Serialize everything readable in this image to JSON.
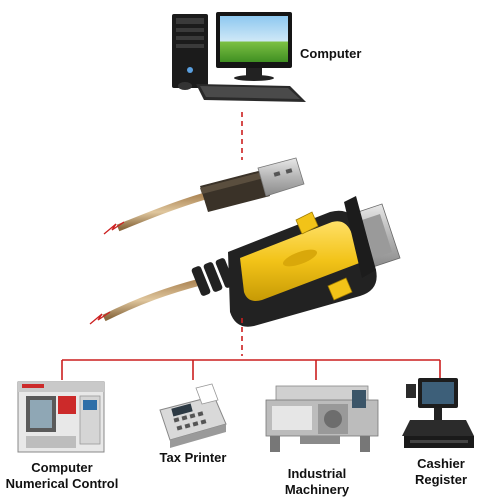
{
  "connector_color": "#cc1f1f",
  "accent_color": "#f2c318",
  "top_device": {
    "label": "Computer",
    "icon": "desktop-computer-icon"
  },
  "adapter": {
    "icon": "usb-to-serial-adapter-icon"
  },
  "devices": [
    {
      "label_lines": [
        "Computer",
        "Numerical Control"
      ],
      "icon": "cnc-machine-icon"
    },
    {
      "label_lines": [
        "Tax Printer"
      ],
      "icon": "tax-printer-icon"
    },
    {
      "label_lines": [
        "Industrial",
        "Machinery"
      ],
      "icon": "industrial-machinery-icon"
    },
    {
      "label_lines": [
        "Cashier",
        "Register"
      ],
      "icon": "cash-register-icon"
    }
  ]
}
